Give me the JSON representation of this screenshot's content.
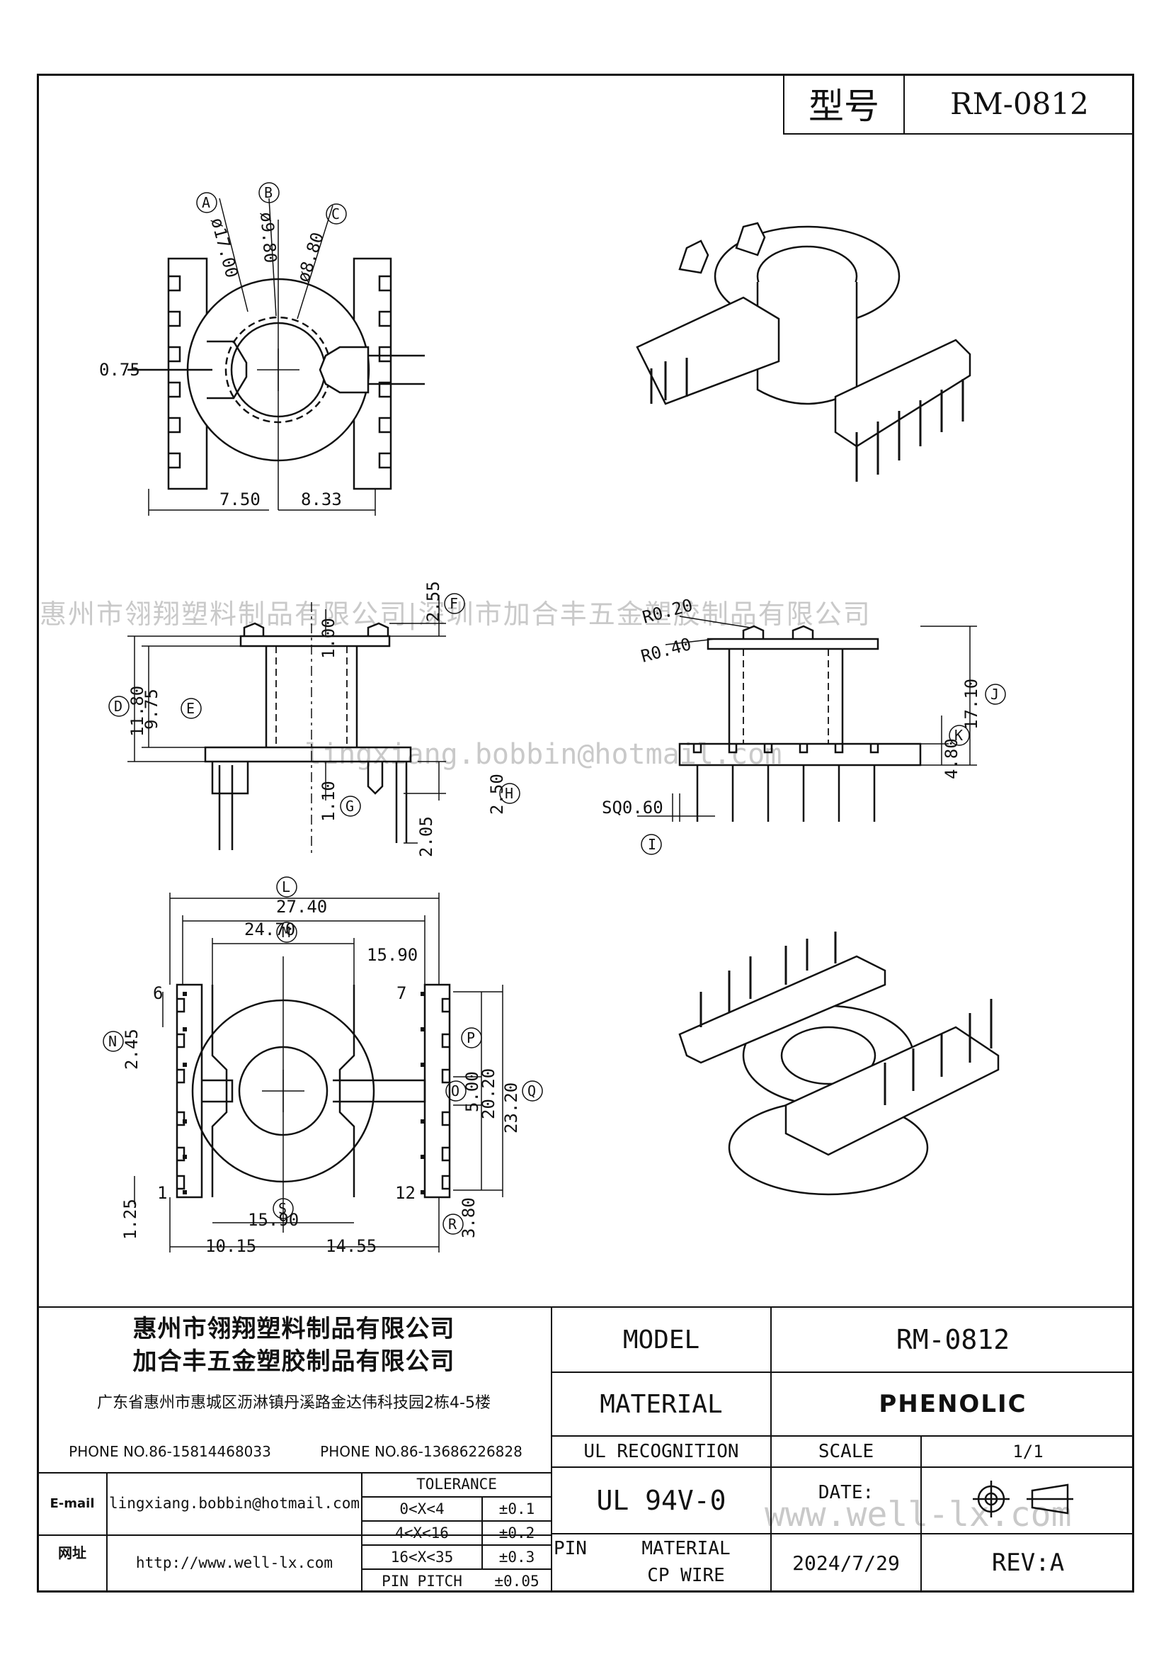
{
  "header": {
    "type_label": "型号",
    "model_no": "RM-0812"
  },
  "watermarks": {
    "company_line": "惠州市翎翔塑料制品有限公司|深圳市加合丰五金塑胶制品有限公司",
    "email_line": "lingxiang.bobbin@hotmail.com",
    "site_line": "www.well-lx.com"
  },
  "top_view": {
    "labels": {
      "A": "A",
      "B": "B",
      "C": "C"
    },
    "dims": {
      "dA": "ø17.00",
      "dB": "ø9.80",
      "dC": "ø8.80",
      "gap": "0.75",
      "left": "7.50",
      "right": "8.33"
    }
  },
  "side_view": {
    "labels": {
      "D": "D",
      "E": "E",
      "F": "F",
      "G": "G",
      "H": "H"
    },
    "dims": {
      "D": "11.80",
      "E": "9.75",
      "top": "1.00",
      "F": "2.55",
      "G": "1.10",
      "pin": "2.05",
      "H": "2.50"
    }
  },
  "front_view": {
    "labels": {
      "I": "I",
      "J": "J",
      "K": "K"
    },
    "dims": {
      "r1": "R0.20",
      "r2": "R0.40",
      "J": "17.10",
      "K": "4.80",
      "I": "SQ0.60"
    }
  },
  "bottom_view": {
    "labels": {
      "L": "L",
      "M": "M",
      "N": "N",
      "O": "O",
      "P": "P",
      "Q": "Q",
      "R": "R",
      "S": "S"
    },
    "dims": {
      "L": "27.40",
      "inner": "24.70",
      "M": "15.90",
      "N": "2.45",
      "P": "20.20",
      "O": "5.00",
      "Q": "23.20",
      "pitch": "1.25",
      "R": "3.80",
      "S": "15.90",
      "left": "10.15",
      "right": "14.55"
    },
    "pins": {
      "p1": "1",
      "p6": "6",
      "p7": "7",
      "p12": "12"
    }
  },
  "title_block": {
    "company1": "惠州市翎翔塑料制品有限公司",
    "company2": "加合丰五金塑胶制品有限公司",
    "address": "广东省惠州市惠城区沥淋镇丹溪路金达伟科技园2栋4-5楼",
    "phone1": "PHONE NO.86-15814468033",
    "phone2": "PHONE NO.86-13686226828",
    "email_label": "E-mail",
    "email": "lingxiang.bobbin@hotmail.com",
    "web_label": "网址",
    "web": "http://www.well-lx.com",
    "tolerance_title": "TOLERANCE",
    "tolerance": [
      {
        "range": "0<X<4",
        "tol": "±0.1"
      },
      {
        "range": "4<X<16",
        "tol": "±0.2"
      },
      {
        "range": "16<X<35",
        "tol": "±0.3"
      },
      {
        "range": "PIN PITCH",
        "tol": "±0.05"
      }
    ],
    "model_label": "MODEL",
    "model_value": "RM-0812",
    "material_label": "MATERIAL",
    "material_value": "PHENOLIC",
    "ul_label": "UL RECOGNITION",
    "ul_value": "UL 94V-0",
    "scale_label": "SCALE",
    "scale_value": "1/1",
    "date_label": "DATE:",
    "date_value": "2024/7/29",
    "pin_label": "PIN",
    "pin_material_label": "MATERIAL",
    "pin_material_value": "CP WIRE",
    "rev": "REV:A"
  }
}
